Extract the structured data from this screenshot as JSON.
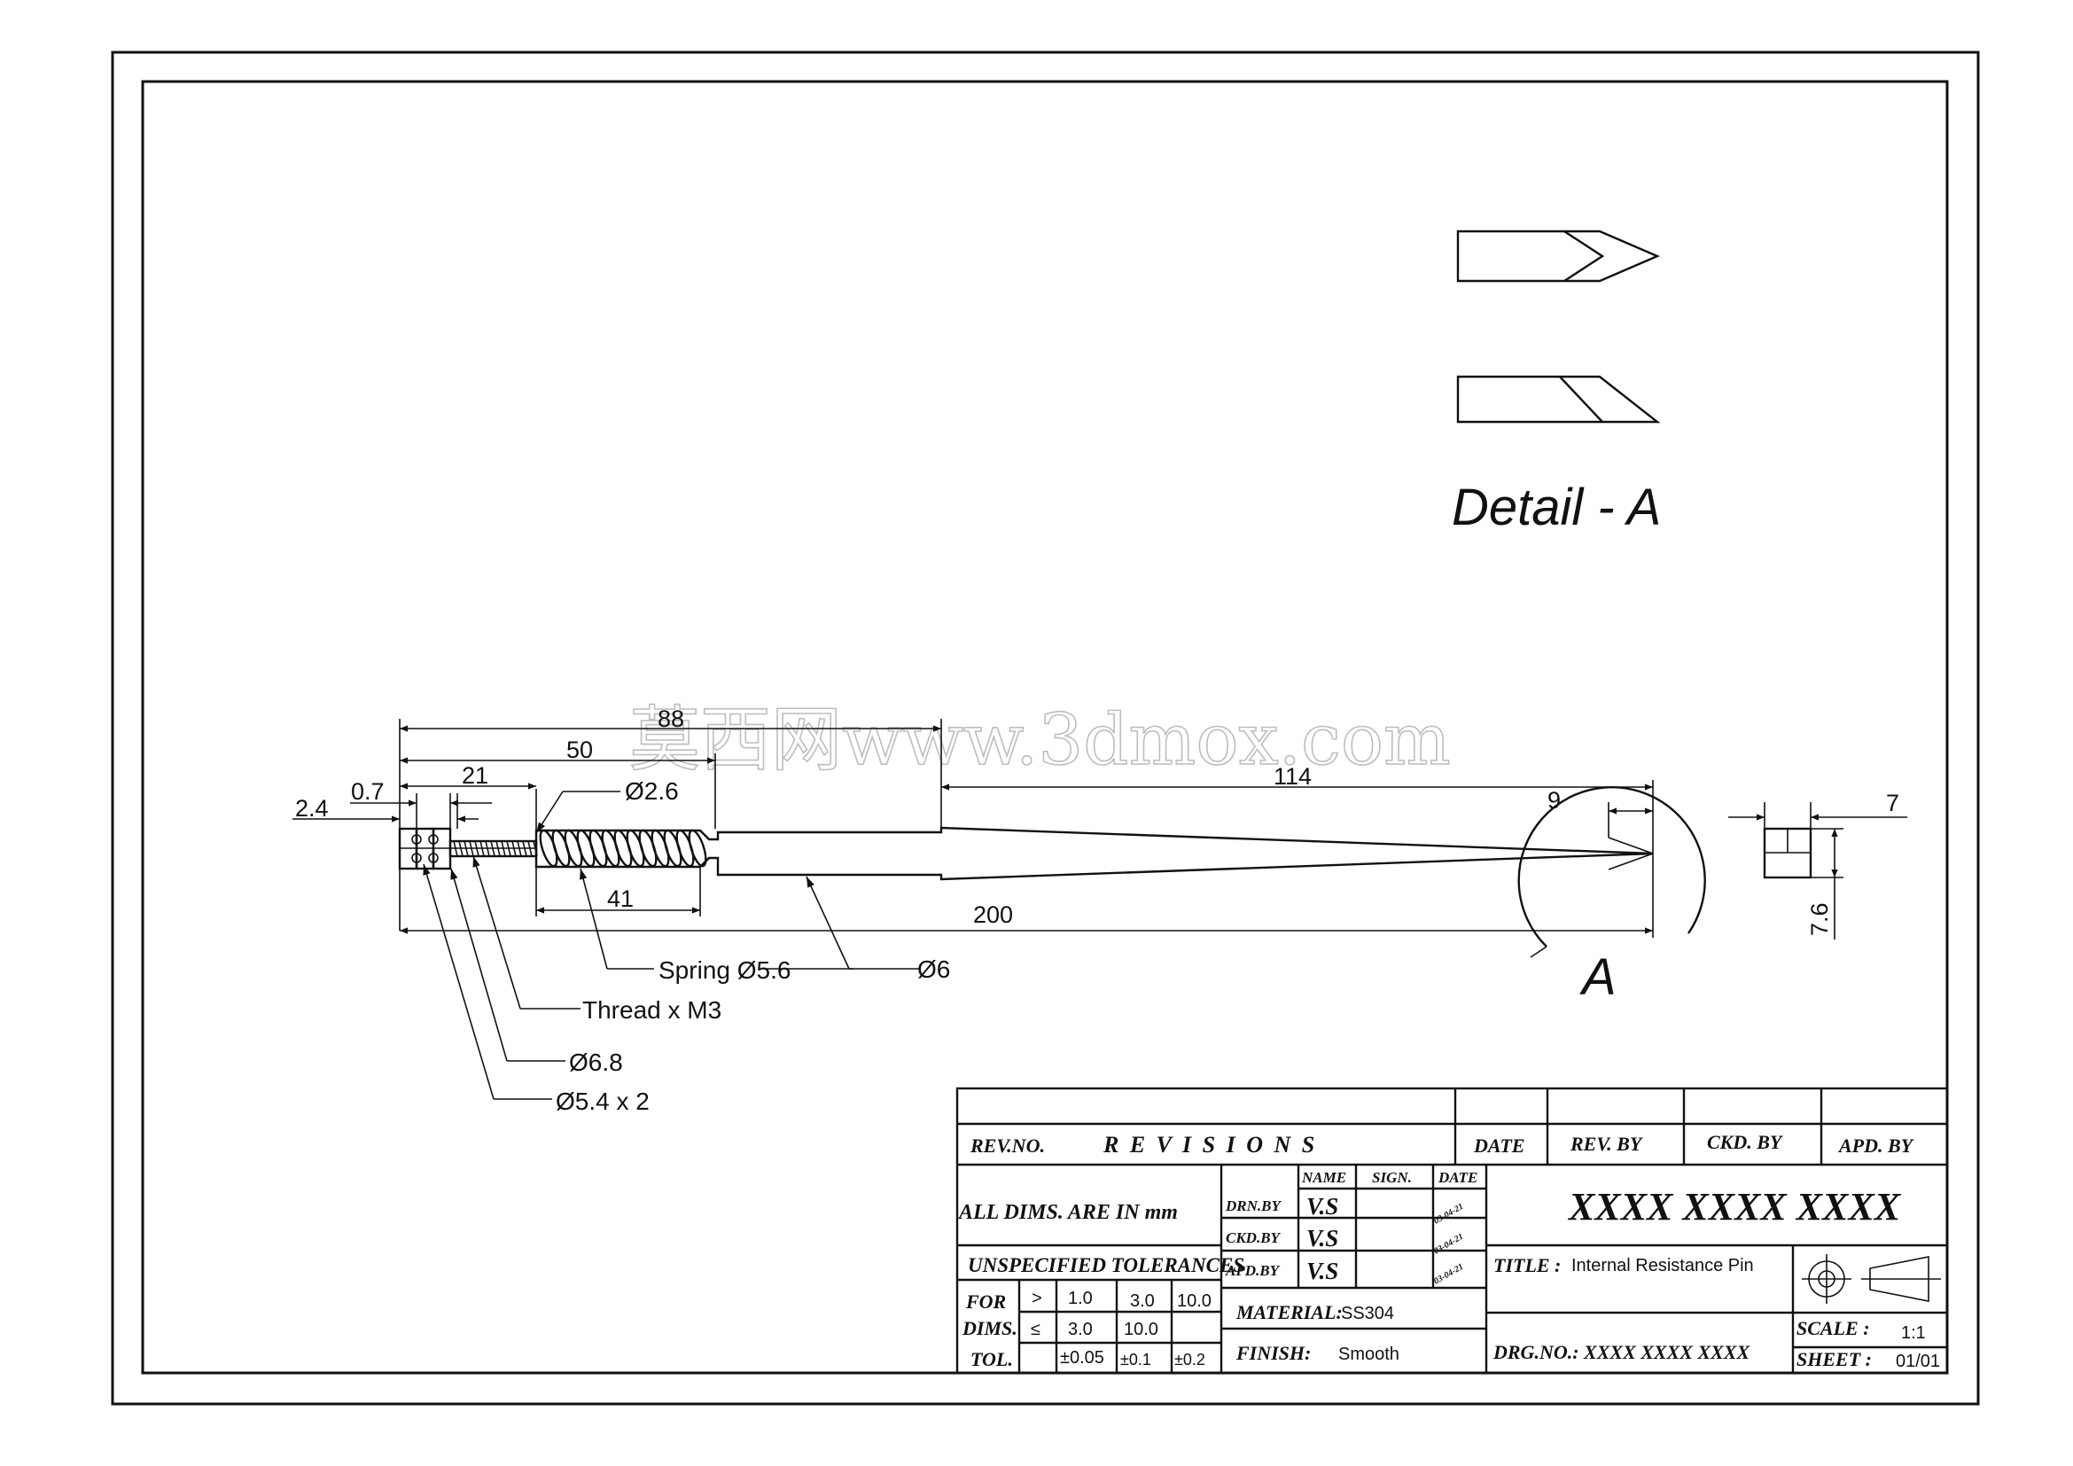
{
  "detail": {
    "title": "Detail - A",
    "view_label": "A"
  },
  "dimensions": {
    "d88": "88",
    "d50": "50",
    "d21": "21",
    "d0_7": "0.7",
    "d2_4": "2.4",
    "d114": "114",
    "d9": "9",
    "d7": "7",
    "d7_6": "7.6",
    "d41": "41",
    "d200": "200"
  },
  "callouts": {
    "dia_2_6": "Ø2.6",
    "spring": "Spring Ø5.6",
    "dia_6": "Ø6",
    "thread": "Thread x M3",
    "dia_6_8": "Ø6.8",
    "dia_5_4": "Ø5.4 x 2"
  },
  "watermark": "莫西网www.3dmox.com",
  "title_block": {
    "rev_no": "REV.NO.",
    "revisions": "R E V I S I O N S",
    "date": "DATE",
    "rev_by": "REV. BY",
    "ckd_by": "CKD. BY",
    "apd_by": "APD. BY",
    "all_dims": "ALL DIMS. ARE IN mm",
    "unspecified": "UNSPECIFIED TOLERANCES",
    "for": "FOR",
    "dims": "DIMS.",
    "tol": "TOL.",
    "gt": ">",
    "le": "≤",
    "r1": [
      "1.0",
      "3.0",
      "10.0"
    ],
    "r2": [
      "3.0",
      "10.0"
    ],
    "r3": [
      "±0.05",
      "±0.1",
      "±0.2"
    ],
    "name_h": "NAME",
    "sign_h": "SIGN.",
    "date_h": "DATE",
    "drn_by": "DRN.BY",
    "ckd_by2": "CKD.BY",
    "apd_by2": "APD.BY",
    "drn_name": "V.S",
    "ckd_name": "V.S",
    "apd_name": "V.S",
    "drn_date": "03-04-21",
    "ckd_date": "03-04-21",
    "apd_date": "03-04-21",
    "material_label": "MATERIAL:",
    "material": "SS304",
    "finish_label": "FINISH:",
    "finish": "Smooth",
    "company": "XXXX XXXX XXXX",
    "title_label": "TITLE :",
    "title": "Internal Resistance Pin",
    "drg_no": "DRG.NO.: XXXX XXXX XXXX",
    "scale_label": "SCALE :",
    "scale": "1:1",
    "sheet_label": "SHEET :",
    "sheet": "01/01"
  }
}
